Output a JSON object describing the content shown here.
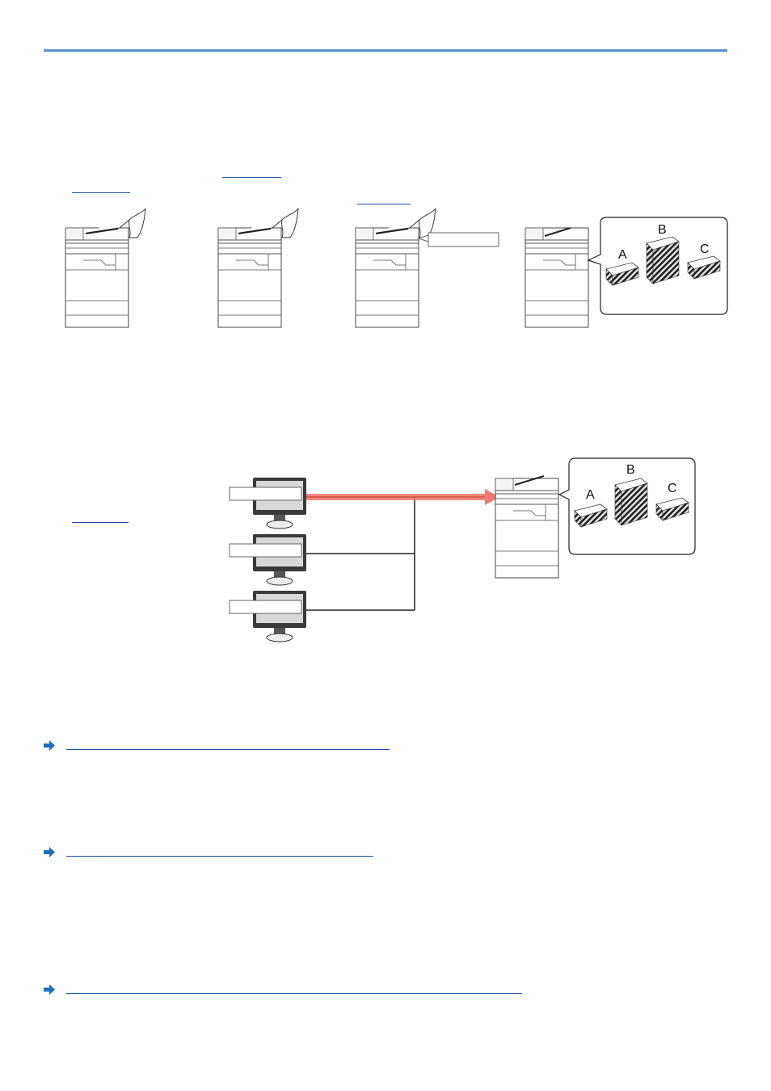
{
  "illustration_top": {
    "stack_labels": [
      "A",
      "B",
      "C"
    ]
  },
  "illustration_bottom": {
    "stack_labels": [
      "A",
      "B",
      "C"
    ]
  },
  "colors": {
    "accent_line": "#5b8fd0",
    "link": "#1f4ea3",
    "transfer_arrow": "#f07a70"
  },
  "icons": [
    "arrow-right-icon",
    "hand-icon",
    "multifunction-printer-icon",
    "computer-monitor-icon",
    "paper-stack-icon"
  ]
}
